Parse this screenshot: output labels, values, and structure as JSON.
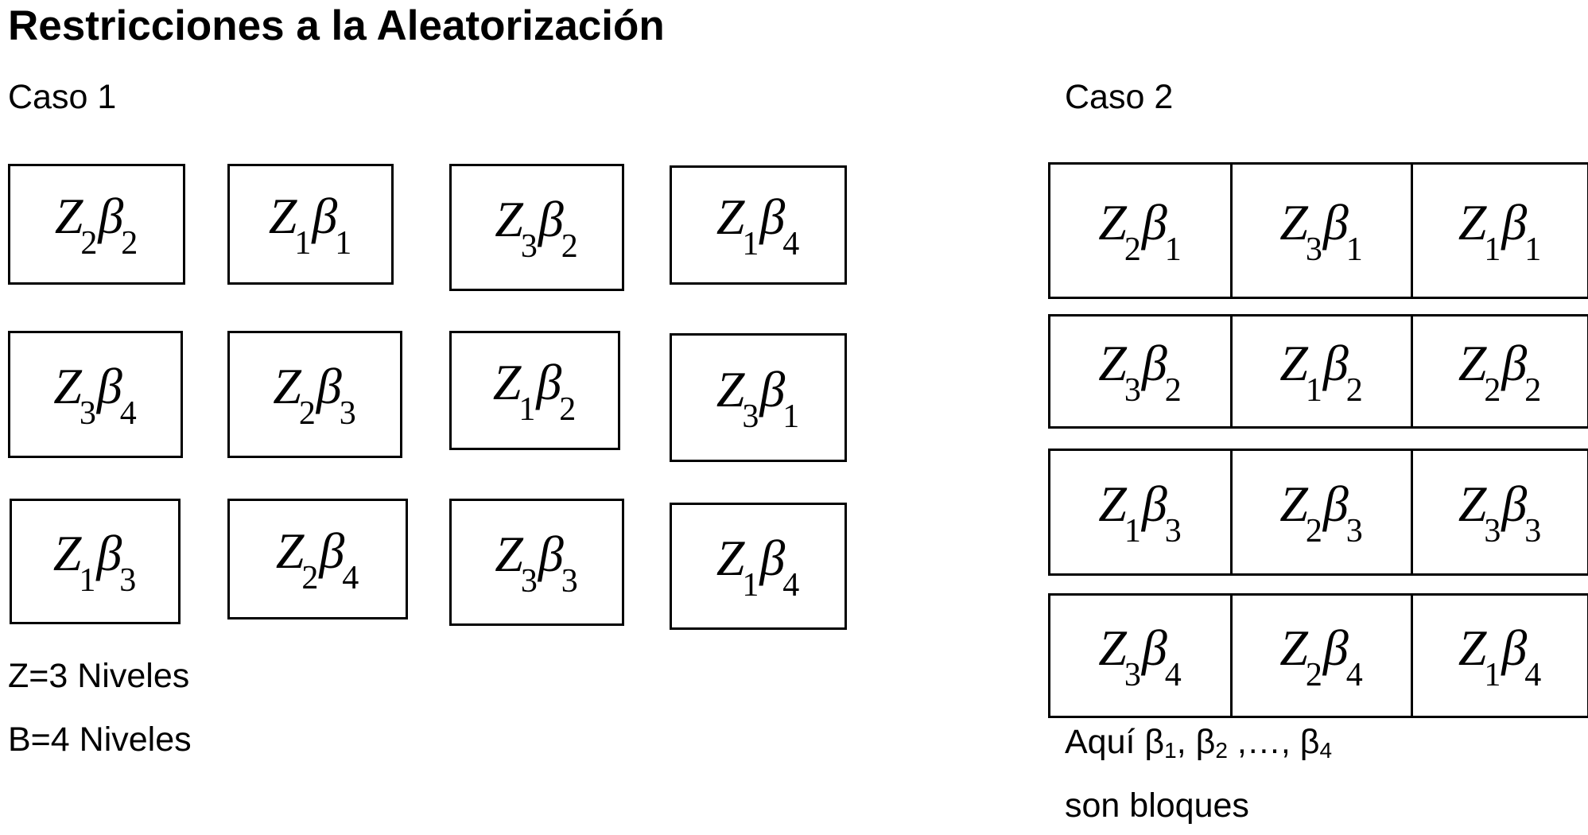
{
  "title": "Restricciones a la Aleatorización",
  "symbols": {
    "factor": "Z",
    "block": "β"
  },
  "caso1": {
    "label": "Caso 1",
    "cells": [
      {
        "z": "2",
        "b": "2"
      },
      {
        "z": "1",
        "b": "1"
      },
      {
        "z": "3",
        "b": "2"
      },
      {
        "z": "1",
        "b": "4"
      },
      {
        "z": "3",
        "b": "4"
      },
      {
        "z": "2",
        "b": "3"
      },
      {
        "z": "1",
        "b": "2"
      },
      {
        "z": "3",
        "b": "1"
      },
      {
        "z": "1",
        "b": "3"
      },
      {
        "z": "2",
        "b": "4"
      },
      {
        "z": "3",
        "b": "3"
      },
      {
        "z": "1",
        "b": "4"
      }
    ],
    "note_z": "Z=3 Niveles",
    "note_b": "B=4 Niveles"
  },
  "caso2": {
    "label": "Caso 2",
    "cells": [
      {
        "z": "2",
        "b": "1"
      },
      {
        "z": "3",
        "b": "1"
      },
      {
        "z": "1",
        "b": "1"
      },
      {
        "z": "3",
        "b": "2"
      },
      {
        "z": "1",
        "b": "2"
      },
      {
        "z": "2",
        "b": "2"
      },
      {
        "z": "1",
        "b": "3"
      },
      {
        "z": "2",
        "b": "3"
      },
      {
        "z": "3",
        "b": "3"
      },
      {
        "z": "3",
        "b": "4"
      },
      {
        "z": "2",
        "b": "4"
      },
      {
        "z": "1",
        "b": "4"
      }
    ],
    "note": {
      "prefix": "Aquí ",
      "b1": "β",
      "s1": "1",
      "sep1": ", ",
      "b2": "β",
      "s2": "2",
      "mid": " ,…, ",
      "b4": "β",
      "s4": "4",
      "line2": "son bloques"
    }
  }
}
